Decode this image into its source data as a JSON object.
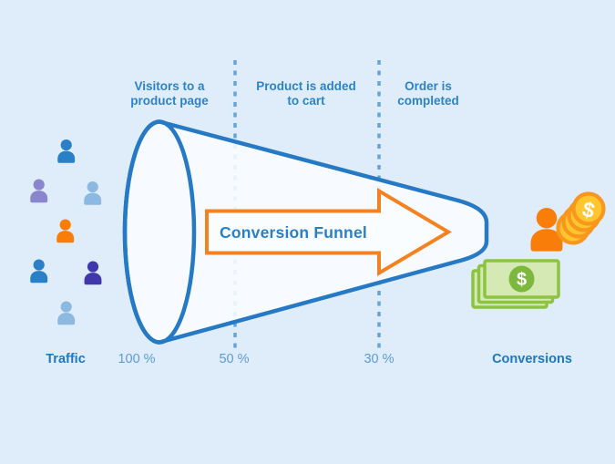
{
  "funnel_label": "Conversion Funnel",
  "left_label": "Traffic",
  "right_label": "Conversions",
  "stages": [
    {
      "line1": "Visitors to a",
      "line2": "product page",
      "percent": "100 %"
    },
    {
      "line1": "Product is added",
      "line2": "to cart",
      "percent": "50 %"
    },
    {
      "line1": "Order is",
      "line2": "completed",
      "percent": "30 %"
    }
  ],
  "icons": {
    "dollar": "$",
    "traffic_people": "person-icons",
    "conversion_person": "person-icon",
    "coin_stack": "coins-with-dollar",
    "money_bills": "banknotes-with-dollar"
  },
  "people": [
    {
      "color": "#2a80c6"
    },
    {
      "color": "#8a86ce"
    },
    {
      "color": "#8cb9e0"
    },
    {
      "color": "#f87d09"
    },
    {
      "color": "#2a80c6"
    },
    {
      "color": "#4037ab"
    },
    {
      "color": "#8cb9e0"
    }
  ],
  "conversion_person": {
    "color": "#f87d09"
  },
  "colors": {
    "background": "#dfecfa",
    "funnel_stroke": "#2679c4",
    "funnel_fill": "#f8fbfe",
    "arrow_orange": "#f58220",
    "dashed_line_blue": "#66a3d7",
    "stage_label_blue": "#2d83c7",
    "endpoint_label_blue": "#1d79c0",
    "percent_blue": "#5e9bd3",
    "coin_gold": "#ffc62e",
    "coin_orange": "#f8961d",
    "bill_fill_green": "#d5e9b5",
    "bill_border_green": "#8cc43f",
    "bill_circle_green": "#7cb83d"
  }
}
